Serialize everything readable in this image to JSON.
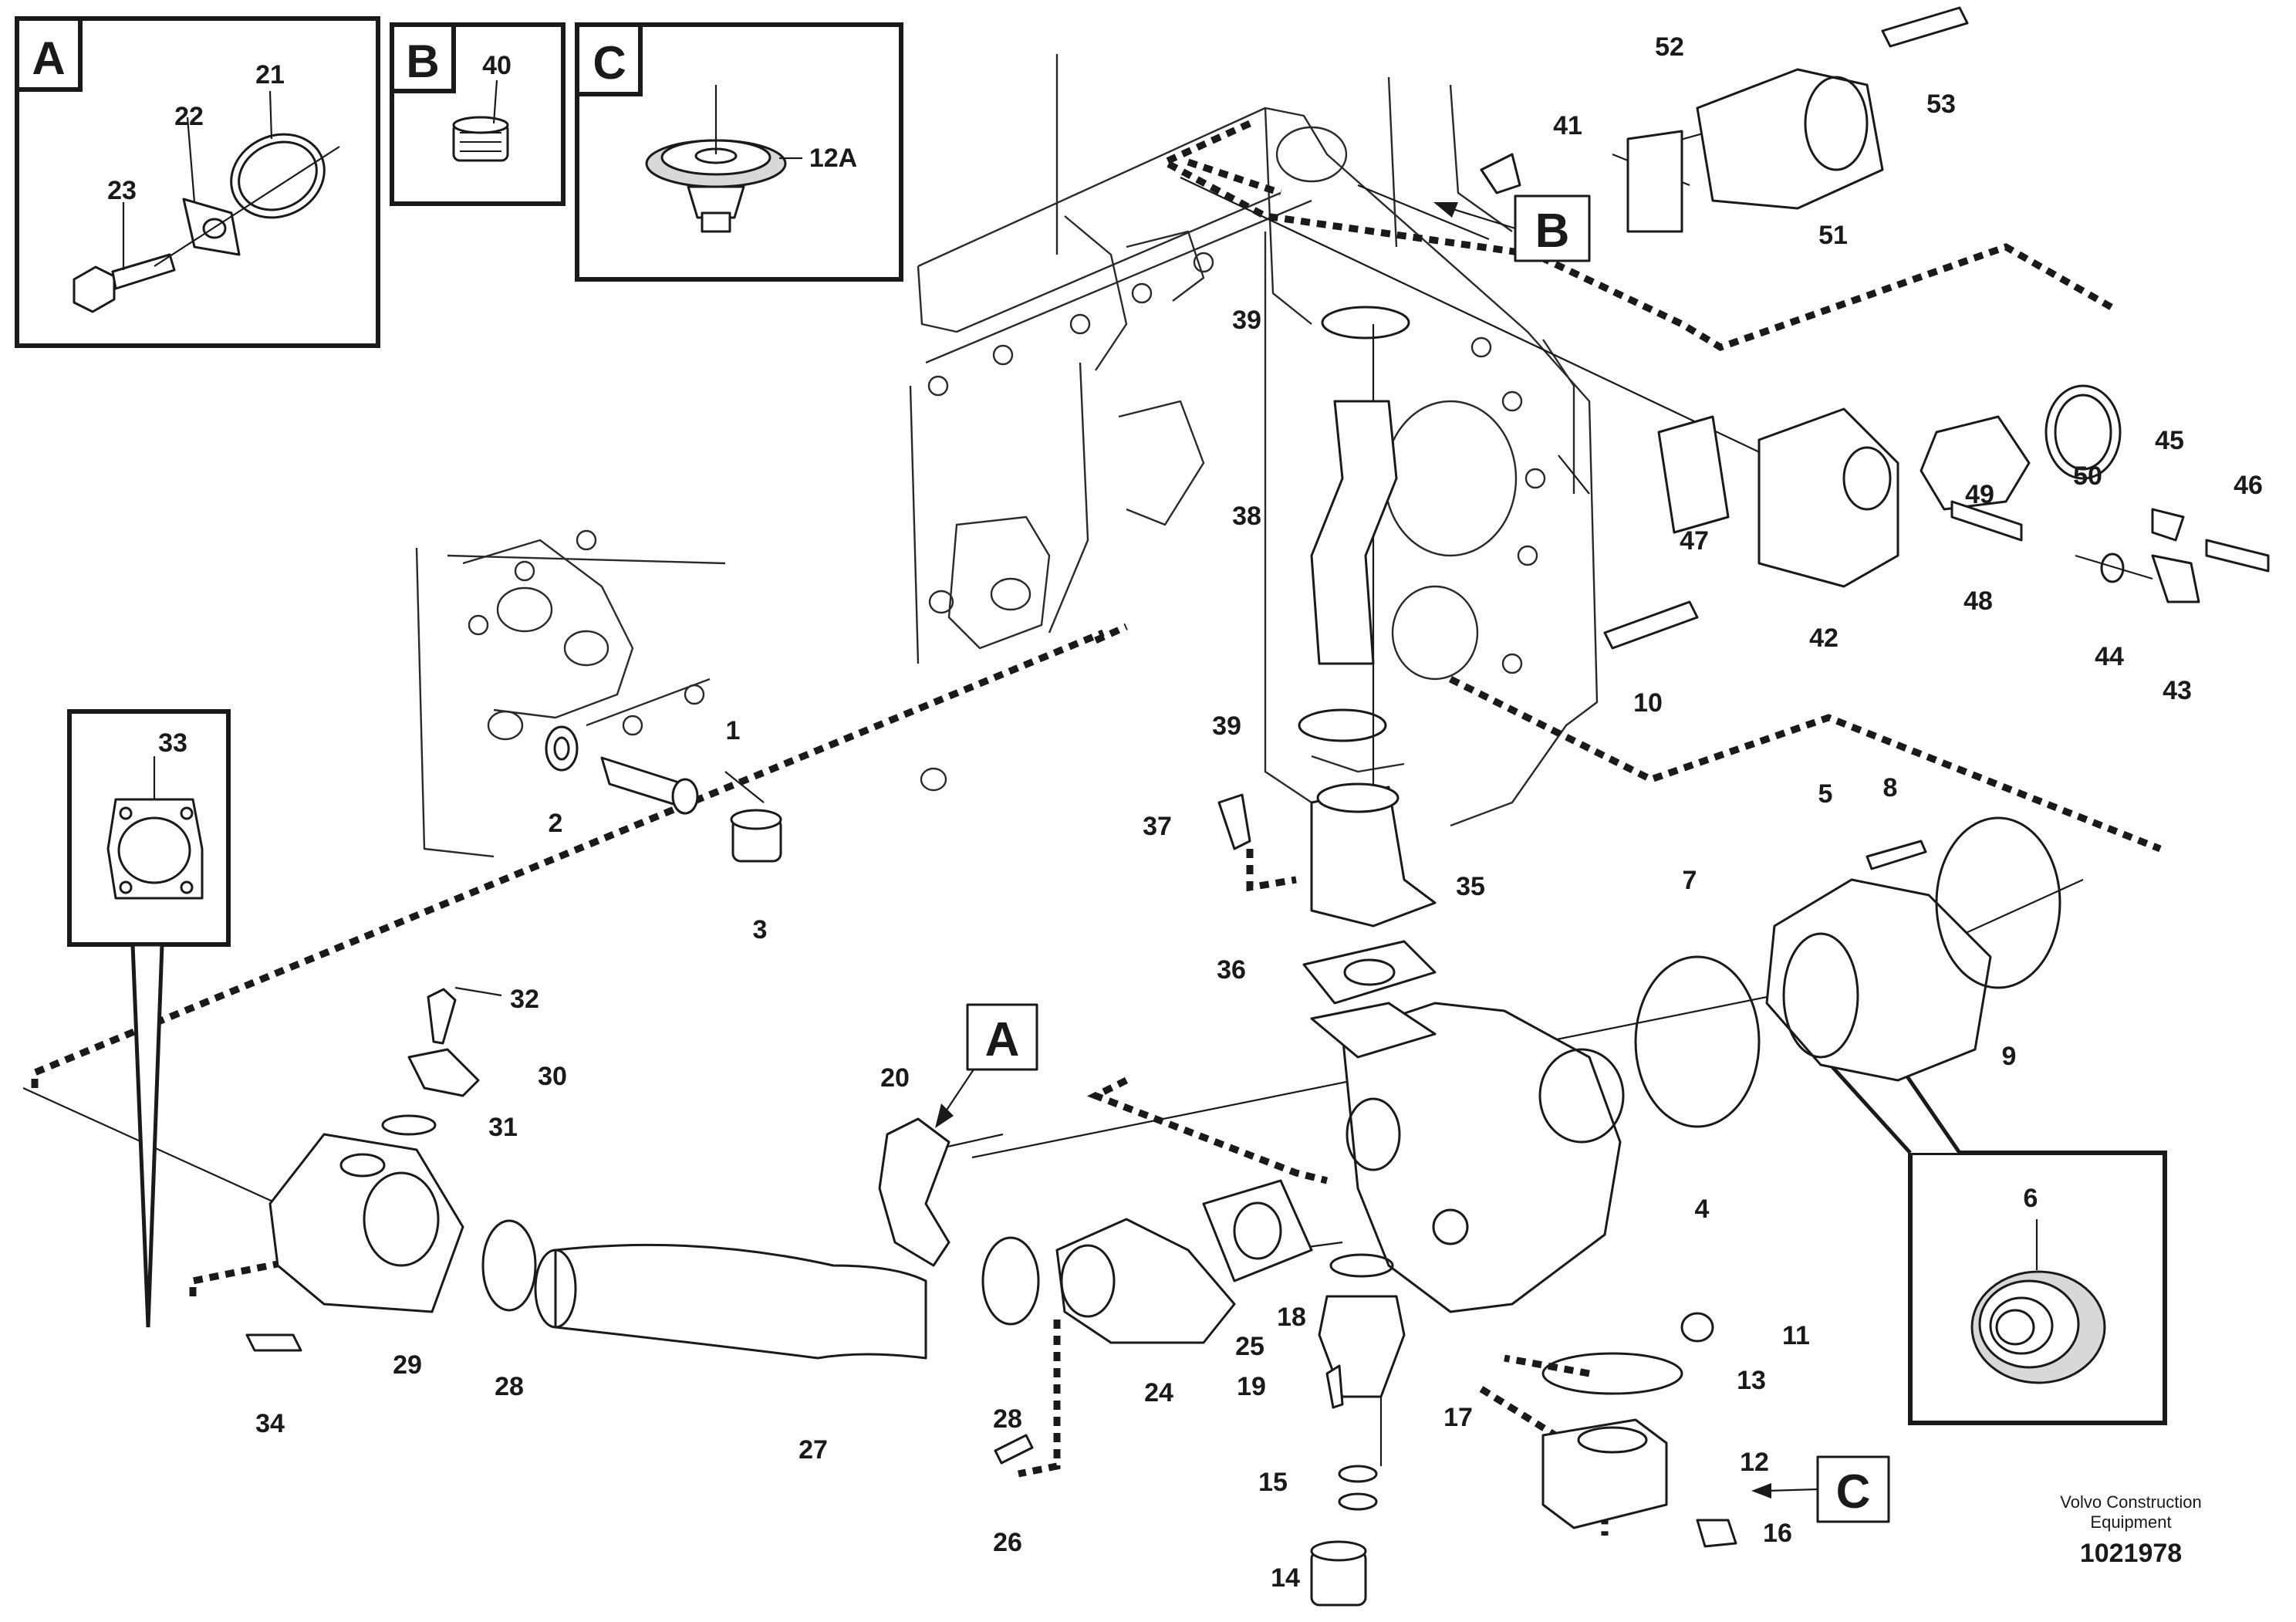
{
  "detail_boxes": {
    "a": {
      "letter": "A",
      "labels": [
        "21",
        "22",
        "23"
      ]
    },
    "b": {
      "letter": "B",
      "labels": [
        "40"
      ]
    },
    "c": {
      "letter": "C",
      "labels": [
        "12A"
      ]
    },
    "inset_33": {
      "label": "33"
    },
    "inset_6": {
      "label": "6"
    }
  },
  "callouts": {
    "a": "A",
    "b": "B",
    "c": "C"
  },
  "part_numbers": [
    "1",
    "2",
    "3",
    "4",
    "5",
    "6",
    "7",
    "8",
    "9",
    "10",
    "11",
    "12",
    "12A",
    "13",
    "14",
    "15",
    "16",
    "17",
    "18",
    "19",
    "20",
    "21",
    "22",
    "23",
    "24",
    "25",
    "26",
    "27",
    "28",
    "29",
    "30",
    "31",
    "32",
    "33",
    "34",
    "35",
    "36",
    "37",
    "38",
    "39",
    "40",
    "41",
    "42",
    "43",
    "44",
    "45",
    "46",
    "47",
    "48",
    "49",
    "50",
    "51",
    "52",
    "53"
  ],
  "labels": {
    "p1": "1",
    "p2": "2",
    "p3": "3",
    "p4": "4",
    "p5": "5",
    "p7": "7",
    "p8": "8",
    "p9": "9",
    "p10": "10",
    "p11": "11",
    "p12": "12",
    "p13": "13",
    "p14": "14",
    "p15": "15",
    "p16": "16",
    "p17": "17",
    "p18": "18",
    "p19": "19",
    "p20": "20",
    "p24": "24",
    "p25": "25",
    "p26": "26",
    "p27": "27",
    "p28a": "28",
    "p28b": "28",
    "p29": "29",
    "p30": "30",
    "p31": "31",
    "p32": "32",
    "p34": "34",
    "p35": "35",
    "p36": "36",
    "p37": "37",
    "p38": "38",
    "p39a": "39",
    "p39b": "39",
    "p41": "41",
    "p42": "42",
    "p43": "43",
    "p44": "44",
    "p45": "45",
    "p46": "46",
    "p47": "47",
    "p48": "48",
    "p49": "49",
    "p50": "50",
    "p51": "51",
    "p52": "52",
    "p53": "53"
  },
  "footer": {
    "brand_line1": "Volvo Construction",
    "brand_line2": "Equipment",
    "drawing_number": "1021978"
  }
}
